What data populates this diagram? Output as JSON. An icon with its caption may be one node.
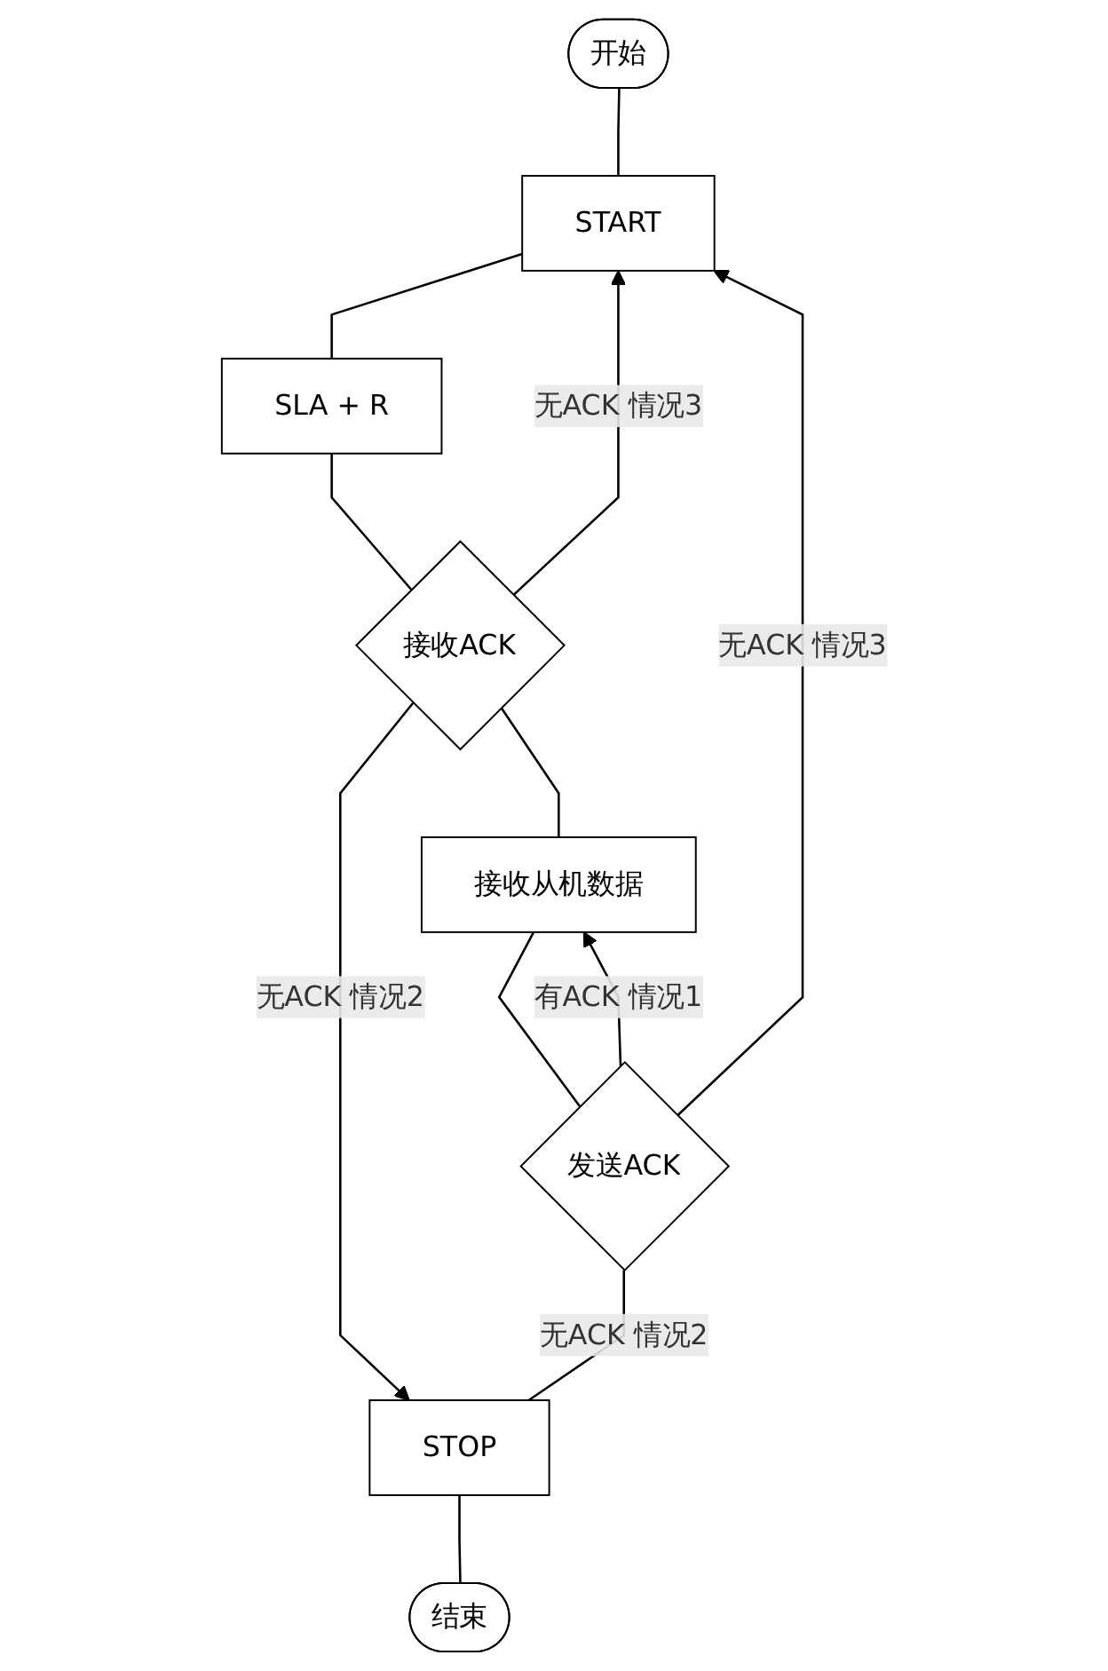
{
  "diagram": {
    "nodes": [
      {
        "text": [
          "开始"
        ]
      },
      {
        "text": [
          "START"
        ]
      },
      {
        "text": [
          "SLA + R"
        ]
      },
      {
        "text": [
          "接收ACK"
        ]
      },
      {
        "text": [
          "接收从机数据"
        ]
      },
      {
        "text": [
          "发送ACK"
        ]
      },
      {
        "text": [
          "STOP"
        ]
      },
      {
        "text": [
          "结束"
        ]
      }
    ],
    "edges": [
      {
        "from": 0,
        "to": 1,
        "arrow": "none"
      },
      {
        "from": 1,
        "to": 2,
        "arrow": "none"
      },
      {
        "from": 2,
        "to": 3,
        "arrow": "none"
      },
      {
        "from": 3,
        "to": 1,
        "label": "无ACK 情况3",
        "arrow": "to"
      },
      {
        "from": 3,
        "to": 6,
        "label": "无ACK 情况2",
        "arrow": "to"
      },
      {
        "from": 3,
        "to": 4,
        "arrow": "none"
      },
      {
        "from": 4,
        "to": 5,
        "arrow": "none"
      },
      {
        "from": 5,
        "to": 1,
        "label": "无ACK 情况3",
        "arrow": "to"
      },
      {
        "from": 5,
        "to": 4,
        "label": "有ACK 情况1",
        "arrow": "to"
      },
      {
        "from": 5,
        "to": 6,
        "label": "无ACK 情况2",
        "arrow": "none"
      },
      {
        "from": 6,
        "to": 7,
        "arrow": "none"
      }
    ]
  }
}
